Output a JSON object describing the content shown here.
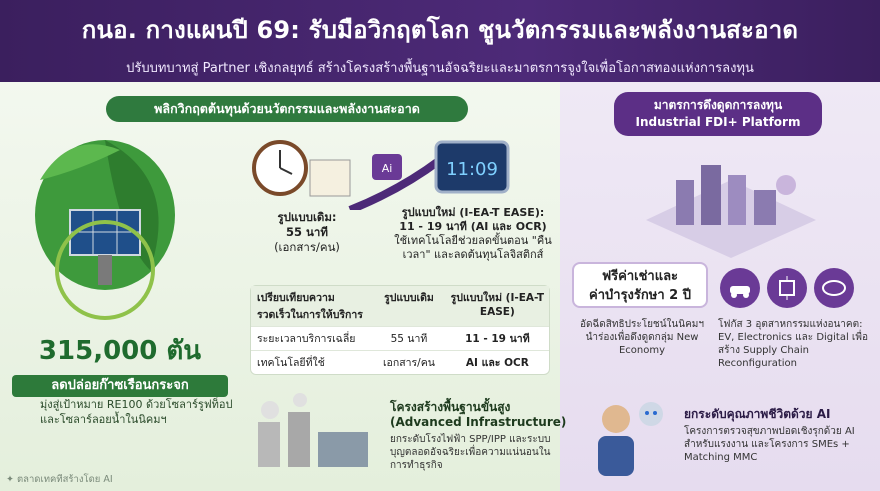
{
  "header": {
    "title": "กนอ. กางแผนปี 69: รับมือวิกฤตโลก ชูนวัตกรรมและพลังงานสะอาด",
    "subtitle": "ปรับบทบาทสู่ Partner เชิงกลยุทธ์ สร้างโครงสร้างพื้นฐานอัจฉริยะและมาตรการจูงใจเพื่อโอกาสทองแห่งการลงทุน"
  },
  "left": {
    "heading": "พลิกวิกฤตต้นทุนด้วยนวัตกรรมและพลังงานสะอาด",
    "stat_value": "315,000 ตัน",
    "stat_label": "ลดปล่อยก๊าซเรือนกระจก",
    "stat_desc": "มุ่งสู่เป้าหมาย RE100 ด้วยโซลาร์รูฟท็อปและโซลาร์ลอยน้ำในนิคมฯ",
    "old_model": {
      "title": "รูปแบบเดิม:",
      "time": "55 นาที",
      "note": "(เอกสาร/คน)"
    },
    "new_model": {
      "title": "รูปแบบใหม่ (I-EA-T EASE):",
      "time": "11 - 19 นาที (AI และ OCR)",
      "desc": "ใช้เทคโนโลยีช่วยลดขั้นตอน \"คืนเวลา\" และลดต้นทุนโลจิสติกส์"
    },
    "screen_time": "11:09",
    "ai_chip_label": "Ai",
    "table": {
      "headers": [
        "เปรียบเทียบความรวดเร็วในการให้บริการ",
        "รูปแบบเดิม",
        "รูปแบบใหม่ (I-EA-T EASE)"
      ],
      "rows": [
        [
          "ระยะเวลาบริการเฉลี่ย",
          "55 นาที",
          "11 - 19 นาที"
        ],
        [
          "เทคโนโลยีที่ใช้",
          "เอกสาร/คน",
          "AI และ OCR"
        ]
      ]
    },
    "infra_title_1": "โครงสร้างพื้นฐานขั้นสูง",
    "infra_title_2": "(Advanced Infrastructure)",
    "infra_desc": "ยกระดับโรงไฟฟ้า SPP/IPP และระบบบุญตลอดอัจฉริยะเพื่อความแน่นอนในการทำธุรกิจ",
    "watermark": "✦ ตลาดเทคทีสร้างโดย AI"
  },
  "right": {
    "heading_line1": "มาตรการดึงดูดการลงทุน",
    "heading_line2": "Industrial FDI+ Platform",
    "lease_line1": "ฟรีค่าเช่าและ",
    "lease_line2": "ค่าบำรุงรักษา 2 ปี",
    "lease_desc": "อัดฉีดสิทธิประโยชน์ในนิคมฯ นำร่องเพื่อดึงดูดกลุ่ม New Economy",
    "focus_desc": "โฟกัส 3 อุตสาหกรรมแห่งอนาคต: EV, Electronics และ Digital เพื่อสร้าง Supply Chain Reconfiguration",
    "ai_title": "ยกระดับคุณภาพชีวิตด้วย AI",
    "ai_desc": "โครงการตรวจสุขภาพปอดเชิงรุกด้วย AI สำหรับแรงงาน และโครงการ SMEs + Matching MMC"
  },
  "colors": {
    "header": "#3b1f5e",
    "green": "#2f7a3e",
    "purple": "#5c2f86"
  }
}
